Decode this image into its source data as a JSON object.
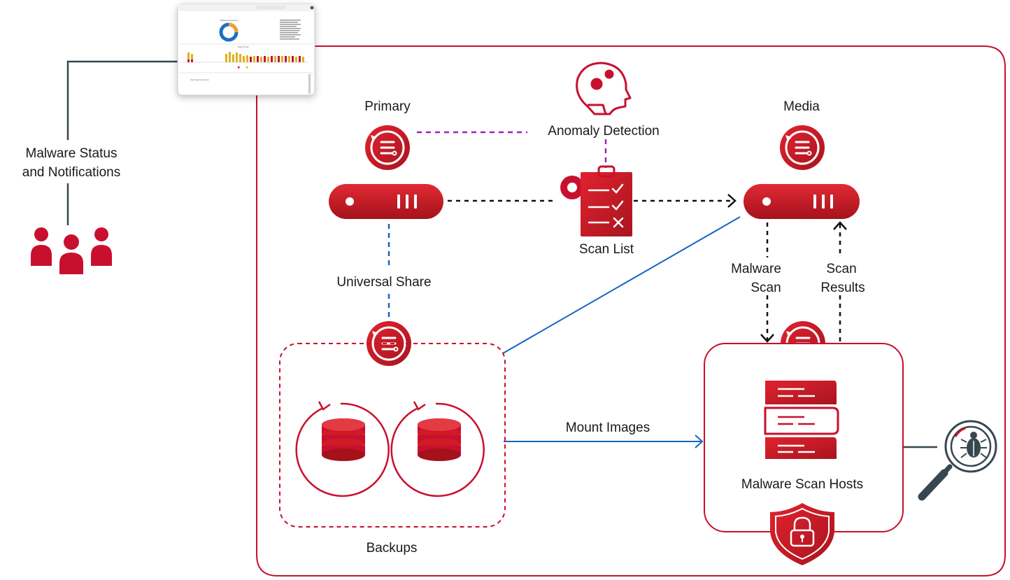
{
  "labels": {
    "malware_status": [
      "Malware Status",
      "and Notifications"
    ],
    "primary": "Primary",
    "media": "Media",
    "anomaly_detection": "Anomaly Detection",
    "scan_list": "Scan List",
    "universal_share": "Universal Share",
    "malware_scan": [
      "Malware",
      "Scan"
    ],
    "scan_results": [
      "Scan",
      "Results"
    ],
    "mount_images": "Mount Images",
    "malware_scan_hosts": "Malware Scan Hosts",
    "backups": "Backups"
  },
  "colors": {
    "brand_red": "#c8102e",
    "dark_red": "#9e1b22",
    "link_blue": "#1565c0",
    "anomaly_purple": "#a020c0",
    "text": "#1a1a1a",
    "connector_gray": "#37474f"
  },
  "icons": [
    "users-icon",
    "dashboard-thumbnail",
    "brain-gear-icon",
    "checklist-gear-icon",
    "backup-emblem-icon",
    "server-icon",
    "database-icon",
    "scan-host-server-icon",
    "shield-lock-icon",
    "magnifier-bug-icon"
  ]
}
